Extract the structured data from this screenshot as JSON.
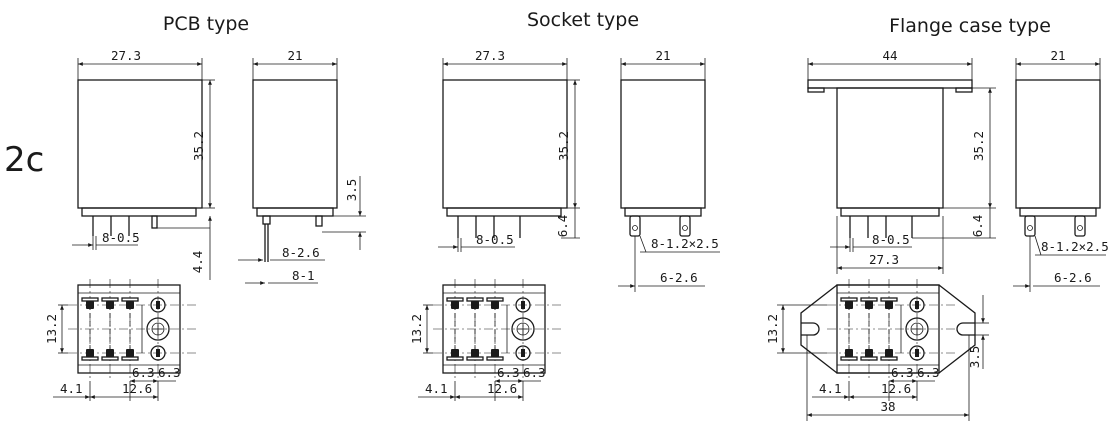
{
  "heading": {
    "pcb": "PCB  type",
    "socket": "Socket  type",
    "flange": "Flange case type",
    "contact_form": "2c"
  },
  "pcb": {
    "width": "27.3",
    "depth": "21",
    "height": "35.2",
    "terminal_height": "3.5",
    "pin_length": "4.4",
    "pin_width": "8-0.5",
    "side_pin_a": "8-2.6",
    "side_pin_b": "8-1",
    "base_h": "13.2",
    "base_a": "4.1",
    "base_b": "12.6",
    "base_c": "6.3",
    "base_d": "6.3"
  },
  "socket": {
    "width": "27.3",
    "depth": "21",
    "height": "35.2",
    "terminal_height": "6.4",
    "pin_width": "8-0.5",
    "tab_size": "8-1.2×2.5",
    "hole_size": "6-2.6",
    "base_h": "13.2",
    "base_a": "4.1",
    "base_b": "12.6",
    "base_c": "6.3",
    "base_d": "6.3"
  },
  "flange": {
    "flange_width": "44",
    "depth": "21",
    "height": "35.2",
    "terminal_height": "6.4",
    "pin_width": "8-0.5",
    "body_width": "27.3",
    "tab_size": "8-1.2×2.5",
    "hole_size": "6-2.6",
    "base_h": "13.2",
    "base_a": "4.1",
    "base_b": "12.6",
    "base_c": "6.3",
    "base_d": "6.3",
    "slot": "3.5",
    "mount_pitch": "38"
  }
}
